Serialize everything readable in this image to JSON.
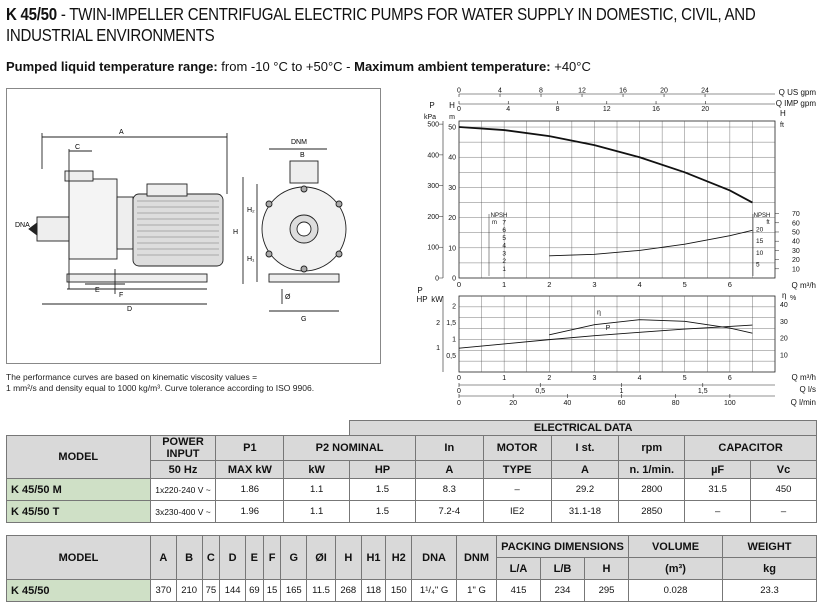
{
  "title": {
    "model": "K 45/50",
    "text": " - TWIN-IMPELLER CENTRIFUGAL ELECTRIC PUMPS FOR WATER SUPPLY IN DOMESTIC, CIVIL, AND INDUSTRIAL ENVIRONMENTS"
  },
  "subtitle": {
    "label1": "Pumped liquid temperature range:",
    "value1": " from -10 °C to +50°C - ",
    "label2": "Maximum ambient temperature:",
    "value2": " +40°C"
  },
  "drawing": {
    "labels": {
      "A": "A",
      "C": "C",
      "DNA": "DNA",
      "D": "D",
      "E": "E",
      "F": "F",
      "DNM": "DNM",
      "B": "B",
      "H2": "H₂",
      "H": "H",
      "H1": "H₁",
      "phi": "Ø",
      "G": "G"
    }
  },
  "perf_note": {
    "line1": "The performance curves are based on kinematic viscosity values =",
    "line2": "1 mm²/s and density equal to 1000 kg/m³. Curve tolerance according to ISO 9906."
  },
  "chart_data": {
    "type": "line",
    "top_axes": {
      "us_gpm_label": "Q US gpm",
      "us_gpm_ticks": [
        "0",
        "4",
        "8",
        "12",
        "16",
        "20",
        "24"
      ],
      "imp_gpm_label": "Q IMP gpm",
      "imp_gpm_ticks": [
        "0",
        "4",
        "8",
        "12",
        "16",
        "20"
      ]
    },
    "head_panel": {
      "left_label_p": "P",
      "left_label_kpa": "kPa",
      "left_label_h": "H",
      "left_label_m": "m",
      "right_label_h": "H",
      "right_label_ft": "ft",
      "kpa_ticks": [
        "500",
        "400",
        "300",
        "200",
        "100",
        "0"
      ],
      "m_ticks": [
        "50",
        "40",
        "30",
        "20",
        "10",
        "0"
      ],
      "ft_ticks": [
        "70",
        "60",
        "50",
        "40",
        "30",
        "20",
        "10"
      ],
      "npsh_label": "NPSH",
      "npsh_unit_left": "m",
      "npsh_unit_right": "ft",
      "npsh_m_ticks": [
        "7",
        "6",
        "5",
        "4",
        "3",
        "2",
        "1"
      ],
      "npsh_ft_ticks": [
        "20",
        "15",
        "10",
        "5"
      ],
      "x_label": "Q m³/h",
      "x_ticks": [
        "0",
        "1",
        "2",
        "3",
        "4",
        "5",
        "6"
      ],
      "head_curve": {
        "x": [
          0,
          1,
          2,
          3,
          4,
          5,
          6,
          6.5
        ],
        "y": [
          50,
          49,
          47,
          44,
          40,
          35,
          29,
          25
        ]
      },
      "npsh_curve": {
        "x": [
          2,
          3,
          4,
          5,
          6,
          6.5
        ],
        "y": [
          2.6,
          2.8,
          3.3,
          4.1,
          5.2,
          5.9
        ]
      }
    },
    "power_panel": {
      "left_label_p": "P",
      "left_label_hp": "HP",
      "left_label_kw": "kW",
      "right_label": "η",
      "right_unit": "%",
      "kw_ticks": [
        "2",
        "1,5",
        "1",
        "0,5"
      ],
      "hp_ticks": [
        "2",
        "1"
      ],
      "eff_ticks": [
        "40",
        "30",
        "20",
        "10"
      ],
      "eta_label": "η",
      "p_label": "P",
      "eff_curve": {
        "x": [
          2,
          3,
          4,
          5,
          6,
          6.5
        ],
        "y": [
          22,
          28,
          31,
          30,
          26,
          23
        ]
      },
      "power_curve": {
        "x": [
          0,
          1,
          2,
          3,
          4,
          5,
          6,
          6.5
        ],
        "y": [
          0.72,
          0.85,
          0.98,
          1.1,
          1.2,
          1.3,
          1.38,
          1.42
        ]
      },
      "x_label_m3h": "Q m³/h",
      "x_ticks_m3h": [
        "0",
        "1",
        "2",
        "3",
        "4",
        "5",
        "6"
      ],
      "x_label_ls": "Q l/s",
      "x_ticks_ls": [
        "0",
        "0,5",
        "1",
        "1,5"
      ],
      "x_label_lmin": "Q l/min",
      "x_ticks_lmin": [
        "0",
        "20",
        "40",
        "60",
        "80",
        "100"
      ]
    }
  },
  "electrical": {
    "banner": "ELECTRICAL DATA",
    "h_model": "MODEL",
    "h_power_input": "POWER INPUT",
    "h_power_input_sub": "50 Hz",
    "h_p1": "P1",
    "h_p1_sub": "MAX kW",
    "h_p2": "P2 NOMINAL",
    "h_p2_kw": "kW",
    "h_p2_hp": "HP",
    "h_in": "In",
    "h_in_sub": "A",
    "h_motor": "MOTOR",
    "h_motor_sub": "TYPE",
    "h_ist": "I st.",
    "h_ist_sub": "A",
    "h_rpm": "rpm",
    "h_rpm_sub": "n. 1/min.",
    "h_cap": "CAPACITOR",
    "h_cap_uf": "µF",
    "h_cap_vc": "Vc",
    "rows": [
      {
        "model": "K 45/50 M",
        "power": "1x220-240 V ~",
        "p1": "1.86",
        "kw": "1.1",
        "hp": "1.5",
        "in": "8.3",
        "motor": "–",
        "ist": "29.2",
        "rpm": "2800",
        "uf": "31.5",
        "vc": "450"
      },
      {
        "model": "K 45/50 T",
        "power": "3x230-400 V ~",
        "p1": "1.96",
        "kw": "1.1",
        "hp": "1.5",
        "in": "7.2-4",
        "motor": "IE2",
        "ist": "31.1-18",
        "rpm": "2850",
        "uf": "–",
        "vc": "–"
      }
    ]
  },
  "dimensions": {
    "h_model": "MODEL",
    "cols": [
      "A",
      "B",
      "C",
      "D",
      "E",
      "F",
      "G",
      "ØI",
      "H",
      "H1",
      "H2",
      "DNA",
      "DNM"
    ],
    "h_packing": "PACKING DIMENSIONS",
    "h_la": "L/A",
    "h_lb": "L/B",
    "h_h": "H",
    "h_volume": "VOLUME",
    "h_volume_sub": "(m³)",
    "h_weight": "WEIGHT",
    "h_weight_sub": "kg",
    "row": {
      "model": "K 45/50",
      "values": [
        "370",
        "210",
        "75",
        "144",
        "69",
        "15",
        "165",
        "11.5",
        "268",
        "118",
        "150",
        "1¹/₄\" G",
        "1\" G"
      ],
      "la": "415",
      "lb": "234",
      "h": "295",
      "volume": "0.028",
      "weight": "23.3"
    }
  }
}
